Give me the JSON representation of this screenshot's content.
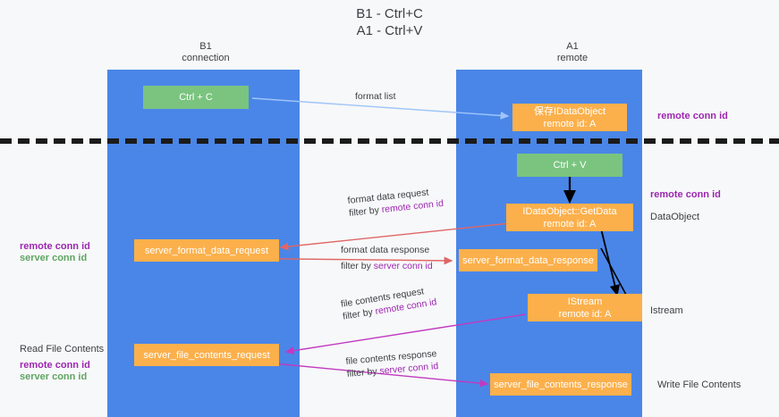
{
  "title": {
    "line1": "B1 - Ctrl+C",
    "line2": "A1 - Ctrl+V"
  },
  "columns": [
    {
      "name": "B1",
      "role": "connection"
    },
    {
      "name": "A1",
      "role": "remote"
    }
  ],
  "colors": {
    "lane": "#4a86e8",
    "green_node": "#7ac47f",
    "orange_node": "#fbb04c",
    "remote_conn_id": "#9c27b0",
    "server_conn_id": "#5fa463",
    "arrow_format_list": "#9fc5f8",
    "arrow_ctrlv": "#000000",
    "arrow_format_data": "#e06666",
    "arrow_file_contents": "#c13ac1",
    "separator": "#1b1b1b"
  },
  "nodes": {
    "ctrl_c": "Ctrl + C",
    "save_idataobject_l1": "保存IDataObject",
    "save_idataobject_l2": "remote id: A",
    "ctrl_v": "Ctrl + V",
    "getdata_l1": "IDataObject::GetData",
    "getdata_l2": "remote id: A",
    "server_format_data_request": "server_format_data_request",
    "server_format_data_response": "server_format_data_response",
    "istream_l1": "IStream",
    "istream_l2": "remote id: A",
    "server_file_contents_request": "server_file_contents_request",
    "server_file_contents_response": "server_file_contents_response"
  },
  "edge_labels": {
    "format_list": "format list",
    "format_data_request": "format data request",
    "format_data_request_filter_prefix": "filter by ",
    "format_data_request_filter_key": "remote conn id",
    "format_data_response": "format data response",
    "format_data_response_filter_prefix": "filter by ",
    "format_data_response_filter_key": "server conn id",
    "file_contents_request": "file contents request",
    "file_contents_request_filter_prefix": "filter by ",
    "file_contents_request_filter_key": "remote conn id",
    "file_contents_response": "file contents response",
    "file_contents_response_filter_prefix": "filter by ",
    "file_contents_response_filter_key": "server conn id"
  },
  "annotations": {
    "right_remote_conn_id_top": "remote conn id",
    "right_remote_conn_id_mid": "remote conn id",
    "right_dataobject": "DataObject",
    "right_istream": "Istream",
    "right_write_file_contents": "Write File Contents",
    "left_remote_conn_id": "remote conn id",
    "left_server_conn_id": "server conn id",
    "left_read_file_contents": "Read File Contents",
    "left_remote_conn_id_2": "remote conn id",
    "left_server_conn_id_2": "server conn id"
  }
}
